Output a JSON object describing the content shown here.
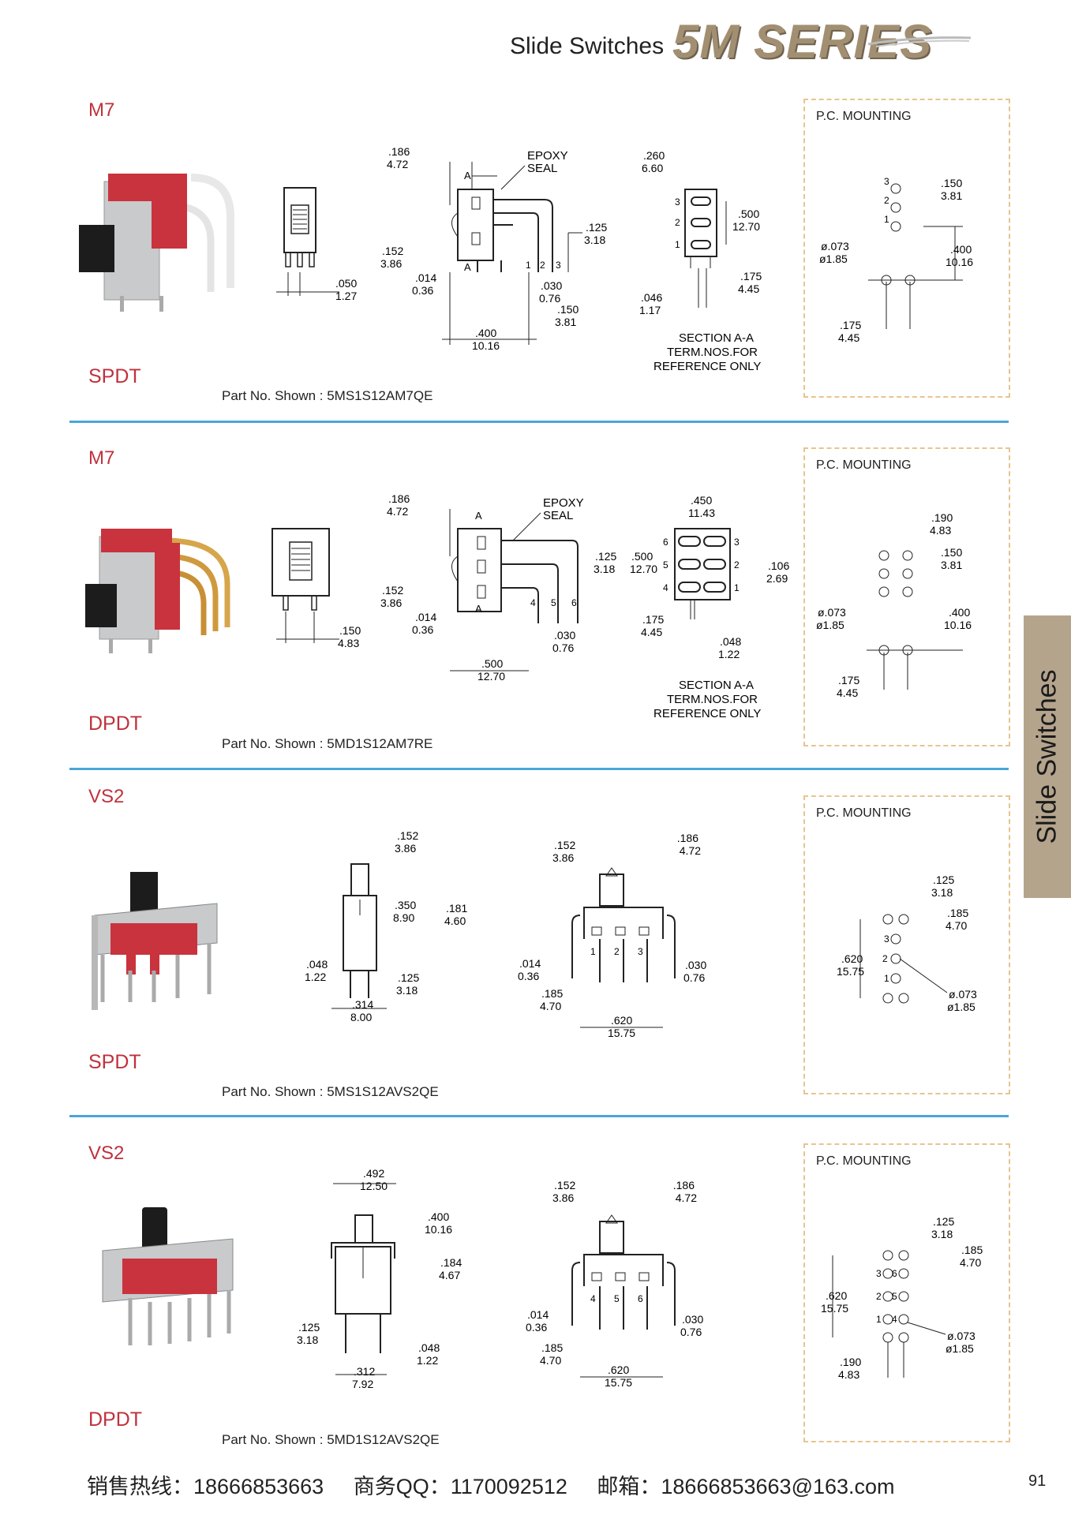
{
  "header": {
    "subtitle": "Slide Switches",
    "series": "5M SERIES"
  },
  "side_tab": "Slide Switches",
  "sections": [
    {
      "model": "M7",
      "pole": "SPDT",
      "part_no": "Part No. Shown : 5MS1S12AM7QE",
      "mount_title": "P.C. MOUNTING",
      "dims": {
        "w186a": ".186",
        "w186b": "4.72",
        "epoxy1": "EPOXY",
        "epoxy2": "SEAL",
        "a1": "A",
        "a2": "A",
        "d125a": ".125",
        "d125b": "3.18",
        "d152a": ".152",
        "d152b": "3.86",
        "d014a": ".014",
        "d014b": "0.36",
        "d030a": ".030",
        "d030b": "0.76",
        "d150a": ".150",
        "d150b": "3.81",
        "d400a": ".400",
        "d400b": "10.16",
        "d050a": ".050",
        "d050b": "1.27",
        "t1": "1",
        "t2": "2",
        "t3": "3",
        "s260a": ".260",
        "s260b": "6.60",
        "s500a": ".500",
        "s500b": "12.70",
        "s175a": ".175",
        "s175b": "4.45",
        "s046a": ".046",
        "s046b": "1.17",
        "sec1": "SECTION A-A",
        "sec2": "TERM.NOS.FOR",
        "sec3": "REFERENCE ONLY",
        "p150a": ".150",
        "p150b": "3.81",
        "p073a": "ø.073",
        "p073b": "ø1.85",
        "p400a": ".400",
        "p400b": "10.16",
        "p175a": ".175",
        "p175b": "4.45"
      }
    },
    {
      "model": "M7",
      "pole": "DPDT",
      "part_no": "Part No. Shown : 5MD1S12AM7RE",
      "mount_title": "P.C. MOUNTING",
      "dims": {
        "w186a": ".186",
        "w186b": "4.72",
        "epoxy1": "EPOXY",
        "epoxy2": "SEAL",
        "a1": "A",
        "a2": "A",
        "d125a": ".125",
        "d125b": "3.18",
        "d152a": ".152",
        "d152b": "3.86",
        "d014a": ".014",
        "d014b": "0.36",
        "d030a": ".030",
        "d030b": "0.76",
        "d500a": ".500",
        "d500b": "12.70",
        "d150a": ".150",
        "d150b": "4.83",
        "t4": "4",
        "t5": "5",
        "t6": "6",
        "s450a": ".450",
        "s450b": "11.43",
        "s500a": ".500",
        "s500b": "12.70",
        "s106a": ".106",
        "s106b": "2.69",
        "s175a": ".175",
        "s175b": "4.45",
        "s048a": ".048",
        "s048b": "1.22",
        "sec1": "SECTION A-A",
        "sec2": "TERM.NOS.FOR",
        "sec3": "REFERENCE ONLY",
        "p190a": ".190",
        "p190b": "4.83",
        "p150a": ".150",
        "p150b": "3.81",
        "p073a": "ø.073",
        "p073b": "ø1.85",
        "p400a": ".400",
        "p400b": "10.16",
        "p175a": ".175",
        "p175b": "4.45"
      }
    },
    {
      "model": "VS2",
      "pole": "SPDT",
      "part_no": "Part No. Shown : 5MS1S12AVS2QE",
      "mount_title": "P.C. MOUNTING",
      "dims": {
        "a152a": ".152",
        "a152b": "3.86",
        "a350a": ".350",
        "a350b": "8.90",
        "a181a": ".181",
        "a181b": "4.60",
        "a048a": ".048",
        "a048b": "1.22",
        "a125a": ".125",
        "a125b": "3.18",
        "a314a": ".314",
        "a314b": "8.00",
        "b152a": ".152",
        "b152b": "3.86",
        "b186a": ".186",
        "b186b": "4.72",
        "b014a": ".014",
        "b014b": "0.36",
        "b030a": ".030",
        "b030b": "0.76",
        "b185a": ".185",
        "b185b": "4.70",
        "b620a": ".620",
        "b620b": "15.75",
        "t1": "1",
        "t2": "2",
        "t3": "3",
        "p125a": ".125",
        "p125b": "3.18",
        "p185a": ".185",
        "p185b": "4.70",
        "p620a": ".620",
        "p620b": "15.75",
        "p073a": "ø.073",
        "p073b": "ø1.85"
      }
    },
    {
      "model": "VS2",
      "pole": "DPDT",
      "part_no": "Part No. Shown : 5MD1S12AVS2QE",
      "mount_title": "P.C. MOUNTING",
      "dims": {
        "a492a": ".492",
        "a492b": "12.50",
        "a400a": ".400",
        "a400b": "10.16",
        "a184a": ".184",
        "a184b": "4.67",
        "a125a": ".125",
        "a125b": "3.18",
        "a048a": ".048",
        "a048b": "1.22",
        "a312a": ".312",
        "a312b": "7.92",
        "b152a": ".152",
        "b152b": "3.86",
        "b186a": ".186",
        "b186b": "4.72",
        "b014a": ".014",
        "b014b": "0.36",
        "b030a": ".030",
        "b030b": "0.76",
        "b185a": ".185",
        "b185b": "4.70",
        "b620a": ".620",
        "b620b": "15.75",
        "t4": "4",
        "t5": "5",
        "t6": "6",
        "p125a": ".125",
        "p125b": "3.18",
        "p185a": ".185",
        "p185b": "4.70",
        "p620a": ".620",
        "p620b": "15.75",
        "p073a": "ø.073",
        "p073b": "ø1.85",
        "p190a": ".190",
        "p190b": "4.83"
      }
    }
  ],
  "footer": {
    "hotline": "销售热线：18666853663",
    "qq": "商务QQ：1170092512",
    "email": "邮箱：18666853663@163.com"
  },
  "page_number": "91",
  "colors": {
    "accent_red": "#c0313c",
    "divider_blue": "#4aa6d6",
    "tab_tan": "#b5a48c",
    "dash_orange": "#e7c48f"
  }
}
